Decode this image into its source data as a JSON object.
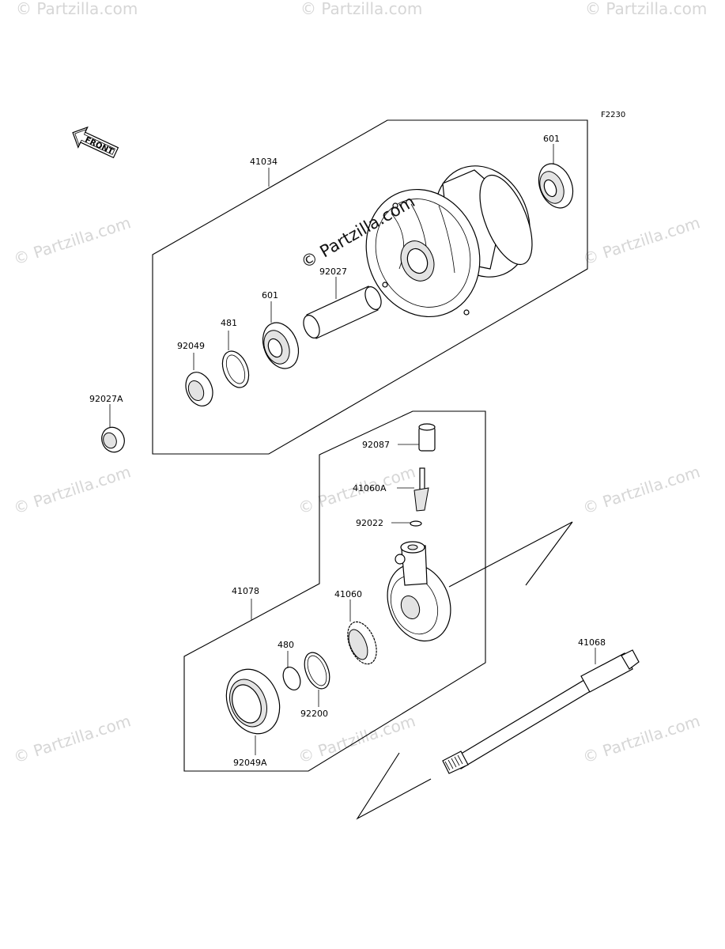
{
  "figure_code": "F2230",
  "front_indicator": "FRONT",
  "watermark_text": "© Partzilla.com",
  "center_watermark": "© Partzilla.com",
  "part_labels": {
    "p41034": "41034",
    "p601_top": "601",
    "p92027": "92027",
    "p601": "601",
    "p481": "481",
    "p92049": "92049",
    "p92027A": "92027A",
    "p92087": "92087",
    "p41060A": "41060A",
    "p92022": "92022",
    "p41078": "41078",
    "p41060": "41060",
    "p480": "480",
    "p92200": "92200",
    "p92049A": "92049A",
    "p41068": "41068"
  }
}
